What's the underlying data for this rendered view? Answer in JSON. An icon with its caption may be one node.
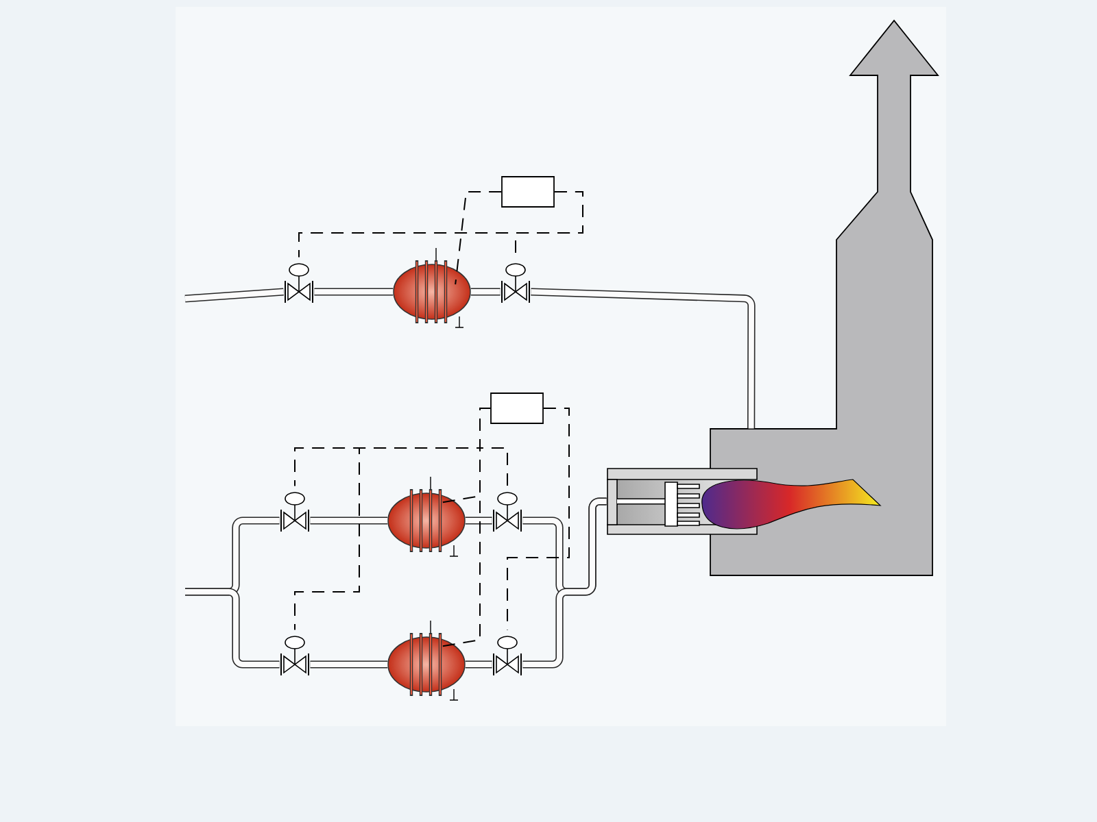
{
  "diagram": {
    "nodes": [
      {
        "text": [],
        "shape": "box"
      },
      {
        "text": [],
        "shape": "valve"
      },
      {
        "text": [],
        "shape": "ellipse"
      },
      {
        "text": [],
        "shape": "valve"
      },
      {
        "text": [],
        "shape": "box"
      },
      {
        "text": [],
        "shape": "valve"
      },
      {
        "text": [],
        "shape": "ellipse"
      },
      {
        "text": [],
        "shape": "valve"
      },
      {
        "text": [],
        "shape": "valve"
      },
      {
        "text": [],
        "shape": "ellipse"
      },
      {
        "text": [],
        "shape": "valve"
      },
      {
        "text": [],
        "shape": "burner"
      },
      {
        "text": [],
        "shape": "furnace"
      }
    ],
    "edges": [
      {
        "from": null,
        "to": 1,
        "arrow": "none"
      },
      {
        "from": 1,
        "to": 2,
        "arrow": "none"
      },
      {
        "from": 2,
        "to": 3,
        "arrow": "none"
      },
      {
        "from": 3,
        "to": 12,
        "arrow": "none"
      },
      {
        "from": null,
        "to": 5,
        "arrow": "none"
      },
      {
        "from": null,
        "to": 8,
        "arrow": "none"
      },
      {
        "from": 5,
        "to": 6,
        "arrow": "none"
      },
      {
        "from": 6,
        "to": 7,
        "arrow": "none"
      },
      {
        "from": 8,
        "to": 9,
        "arrow": "none"
      },
      {
        "from": 9,
        "to": 10,
        "arrow": "none"
      },
      {
        "from": 7,
        "to": 11,
        "arrow": "none"
      },
      {
        "from": 10,
        "to": 11,
        "arrow": "none"
      },
      {
        "from": 0,
        "to": 1,
        "arrow": "none",
        "style": "dashed"
      },
      {
        "from": 0,
        "to": 3,
        "arrow": "none",
        "style": "dashed"
      },
      {
        "from": 0,
        "to": 2,
        "arrow": "none",
        "style": "dashed"
      },
      {
        "from": 4,
        "to": 6,
        "arrow": "none",
        "style": "dashed"
      },
      {
        "from": 4,
        "to": 5,
        "arrow": "none",
        "style": "dashed"
      },
      {
        "from": 4,
        "to": 7,
        "arrow": "none",
        "style": "dashed"
      },
      {
        "from": 4,
        "to": 8,
        "arrow": "none",
        "style": "dashed"
      },
      {
        "from": 4,
        "to": 10,
        "arrow": "none",
        "style": "dashed"
      },
      {
        "from": 4,
        "to": 9,
        "arrow": "none",
        "style": "dashed"
      }
    ]
  }
}
